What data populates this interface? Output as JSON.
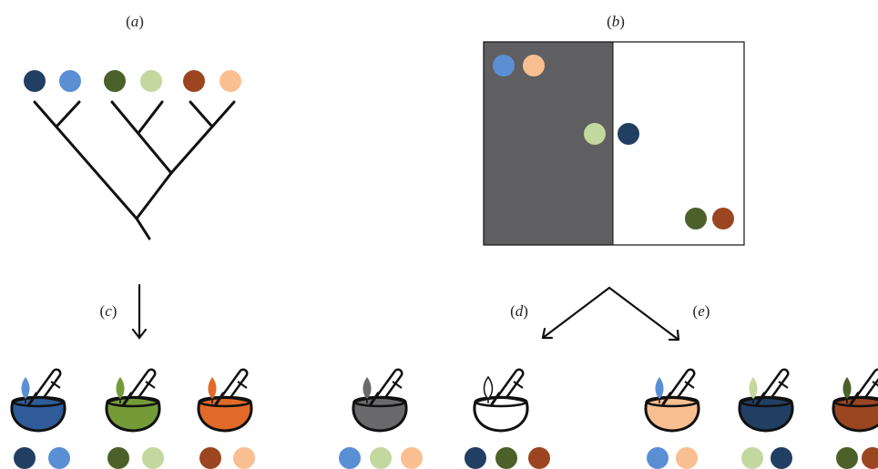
{
  "panels": {
    "a": {
      "label": "(a)",
      "open": "(",
      "letter": "a",
      "close": ")"
    },
    "b": {
      "label": "(b)",
      "open": "(",
      "letter": "b",
      "close": ")"
    },
    "c": {
      "label": "(c)",
      "open": "(",
      "letter": "c",
      "close": ")"
    },
    "d": {
      "label": "(d)",
      "open": "(",
      "letter": "d",
      "close": ")"
    },
    "e": {
      "label": "(e)",
      "open": "(",
      "letter": "e",
      "close": ")"
    }
  },
  "colors": {
    "navy": "#213f63",
    "light_blue": "#5b8fd4",
    "dark_green": "#4c6129",
    "light_green": "#c2d89e",
    "rust": "#9b4621",
    "peach": "#f9bf91",
    "niche_dark": "#5f5f61",
    "line": "#111111",
    "bowl_blue": "#2f5c99",
    "bowl_green": "#749b38",
    "bowl_orange": "#e16a28",
    "bowl_gray": "#6a6a6c",
    "bowl_white": "#ffffff"
  },
  "phylogeny_tips": [
    "navy",
    "light_blue",
    "dark_green",
    "light_green",
    "rust",
    "peach"
  ],
  "trait_space_points": [
    {
      "color": "light_blue",
      "region": "dark"
    },
    {
      "color": "peach",
      "region": "dark"
    },
    {
      "color": "light_green",
      "region": "dark"
    },
    {
      "color": "navy",
      "region": "light"
    },
    {
      "color": "dark_green",
      "region": "light"
    },
    {
      "color": "rust",
      "region": "light"
    }
  ],
  "mortar_groups": [
    {
      "name": "c1",
      "bowl": "bowl_blue",
      "leaf": "light_blue",
      "dots": [
        "navy",
        "light_blue"
      ]
    },
    {
      "name": "c2",
      "bowl": "bowl_green",
      "leaf": "bowl_green",
      "dots": [
        "dark_green",
        "light_green"
      ]
    },
    {
      "name": "c3",
      "bowl": "bowl_orange",
      "leaf": "bowl_orange",
      "dots": [
        "rust",
        "peach"
      ]
    },
    {
      "name": "d1",
      "bowl": "bowl_gray",
      "leaf": "bowl_gray",
      "dots": [
        "light_blue",
        "light_green",
        "peach"
      ]
    },
    {
      "name": "d2",
      "bowl": "bowl_white",
      "leaf": "bowl_white",
      "dots": [
        "navy",
        "dark_green",
        "rust"
      ]
    },
    {
      "name": "e1",
      "bowl": "peach",
      "leaf": "light_blue",
      "dots": [
        "light_blue",
        "peach"
      ]
    },
    {
      "name": "e2",
      "bowl": "navy",
      "leaf": "light_green",
      "dots": [
        "light_green",
        "navy"
      ]
    },
    {
      "name": "e3",
      "bowl": "rust",
      "leaf": "dark_green",
      "dots": [
        "dark_green",
        "rust"
      ]
    }
  ]
}
